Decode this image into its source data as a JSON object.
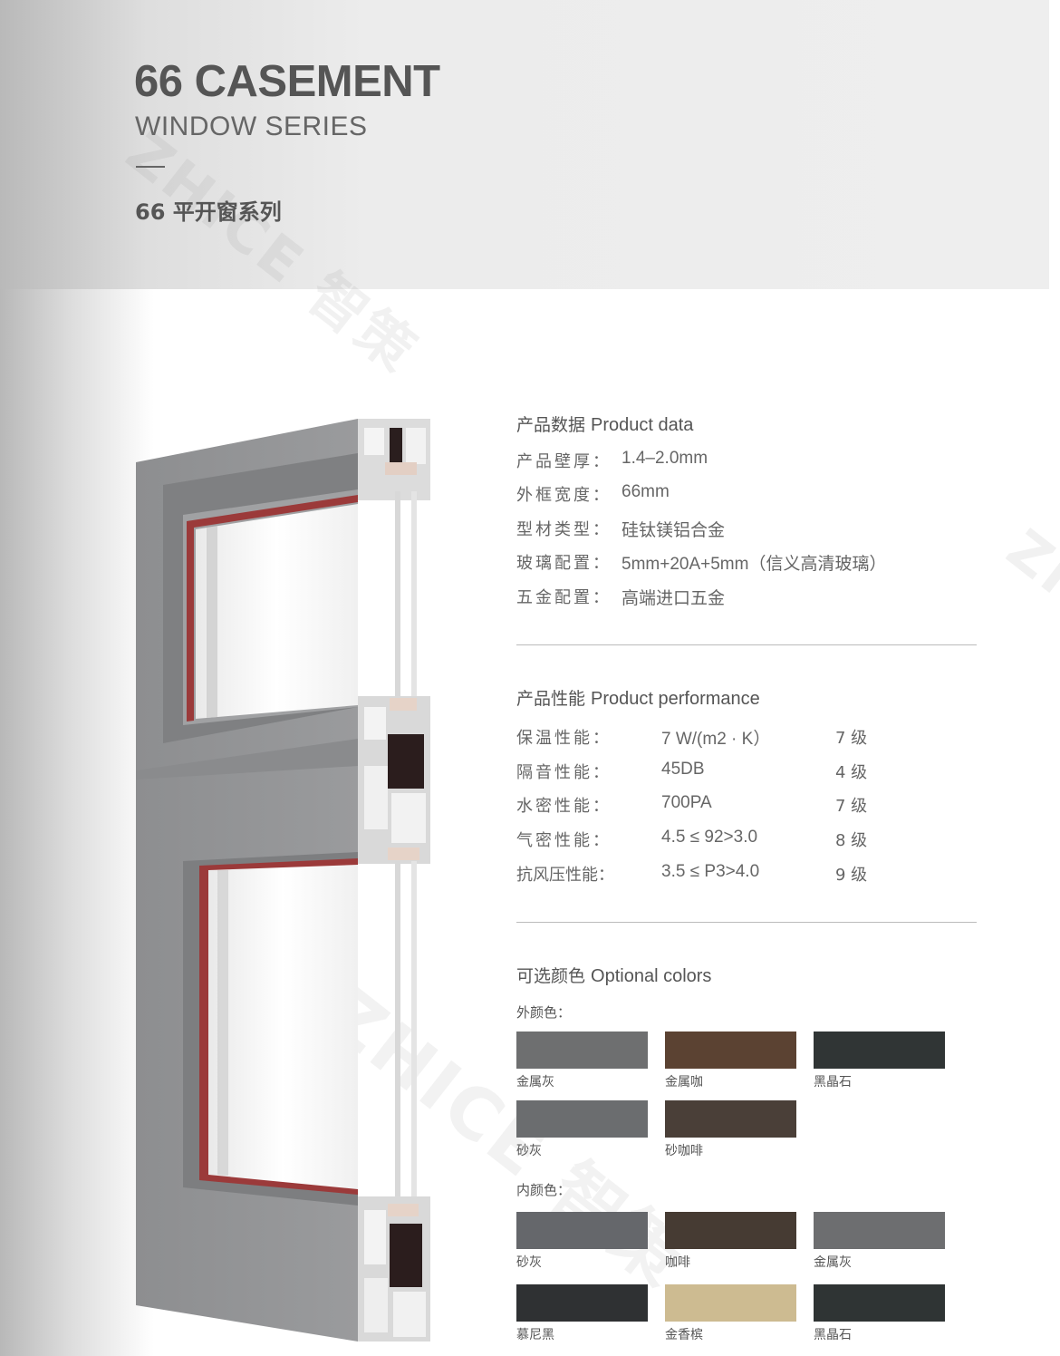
{
  "watermark": "ZHICE 智策",
  "title": {
    "main": "66 CASEMENT",
    "sub": "WINDOW SERIES",
    "cn": "66 平开窗系列"
  },
  "product_data": {
    "title_cn": "产品数据",
    "title_en": "Product data",
    "rows": [
      {
        "key": "产品壁厚：",
        "value": "1.4–2.0mm"
      },
      {
        "key": "外框宽度：",
        "value": "66mm"
      },
      {
        "key": "型材类型：",
        "value": "硅钛镁铝合金"
      },
      {
        "key": "玻璃配置：",
        "value": "5mm+20A+5mm（信义高清玻璃）"
      },
      {
        "key": "五金配置：",
        "value": "高端进口五金"
      }
    ]
  },
  "product_performance": {
    "title_cn": "产品性能",
    "title_en": "Product performance",
    "rows": [
      {
        "key": "保温性能：",
        "value": "7 W/(m2 · K）",
        "grade": "7 级"
      },
      {
        "key": "隔音性能：",
        "value": "45DB",
        "grade": "4 级"
      },
      {
        "key": "水密性能：",
        "value": "700PA",
        "grade": "7 级"
      },
      {
        "key": "气密性能：",
        "value": "4.5 ≤ 92>3.0",
        "grade": "8 级"
      },
      {
        "key": "抗风压性能：",
        "value": "3.5 ≤ P3>4.0",
        "grade": "9 级"
      }
    ]
  },
  "optional_colors": {
    "title_cn": "可选颜色",
    "title_en": "Optional colors",
    "outer_label": "外颜色：",
    "inner_label": "内颜色：",
    "outer": [
      {
        "name": "金属灰",
        "color": "#6e6f70"
      },
      {
        "name": "金属咖",
        "color": "#5b4232"
      },
      {
        "name": "黑晶石",
        "color": "#303535"
      },
      {
        "name": "砂灰",
        "color": "#6b6d6f"
      },
      {
        "name": "砂咖啡",
        "color": "#4a3f38"
      }
    ],
    "inner": [
      {
        "name": "砂灰",
        "color": "#65676b"
      },
      {
        "name": "咖啡",
        "color": "#463b33"
      },
      {
        "name": "金属灰",
        "color": "#6d6e70"
      },
      {
        "name": "慕尼黑",
        "color": "#2f3133"
      },
      {
        "name": "金香槟",
        "color": "#cdbb91"
      },
      {
        "name": "黑晶石",
        "color": "#2f3434"
      }
    ]
  }
}
